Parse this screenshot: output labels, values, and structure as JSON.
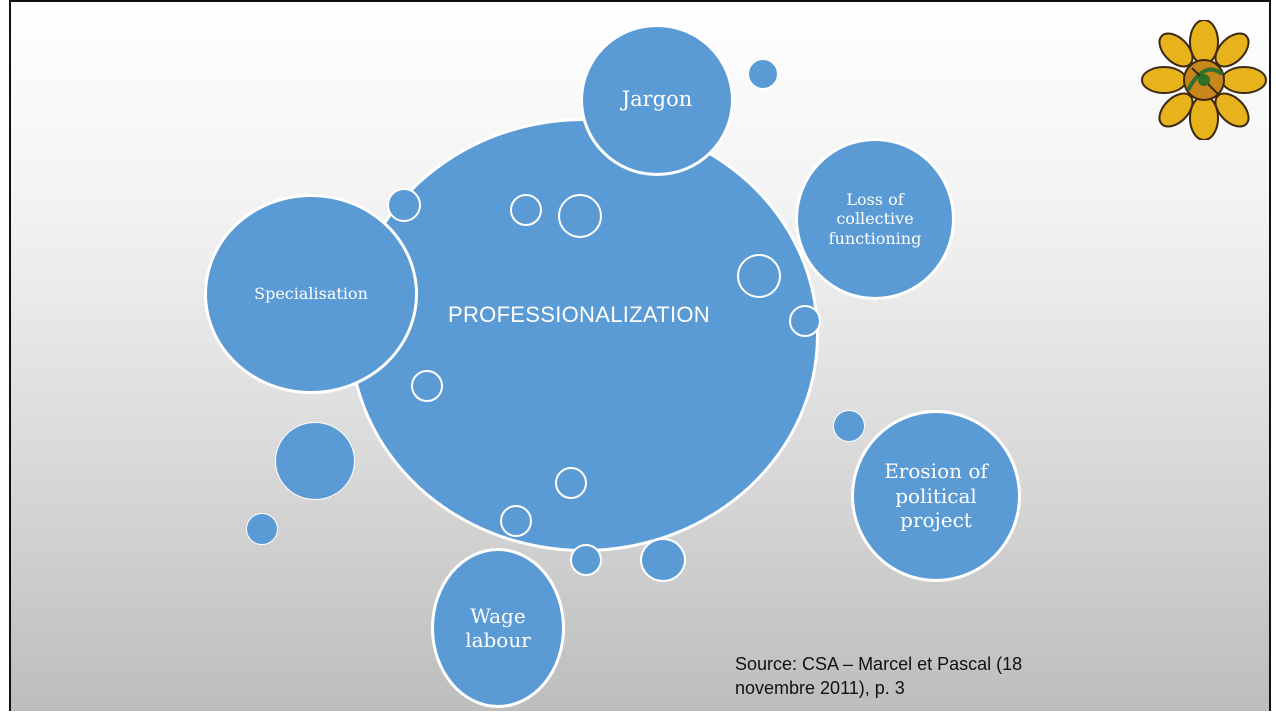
{
  "diagram": {
    "center": "PROFESSIONALIZATION",
    "nodes": {
      "jargon": "Jargon",
      "loss": "Loss of collective functioning",
      "specialisation": "Specialisation",
      "erosion": "Erosion of political project",
      "wage": "Wage labour"
    }
  },
  "source": "Source: CSA – Marcel et Pascal (18 novembre 2011), p. 3",
  "colors": {
    "bubble": "#5b9bd5",
    "outline": "#ffffff"
  },
  "logo": {
    "icon": "sunflower-logo-icon"
  }
}
